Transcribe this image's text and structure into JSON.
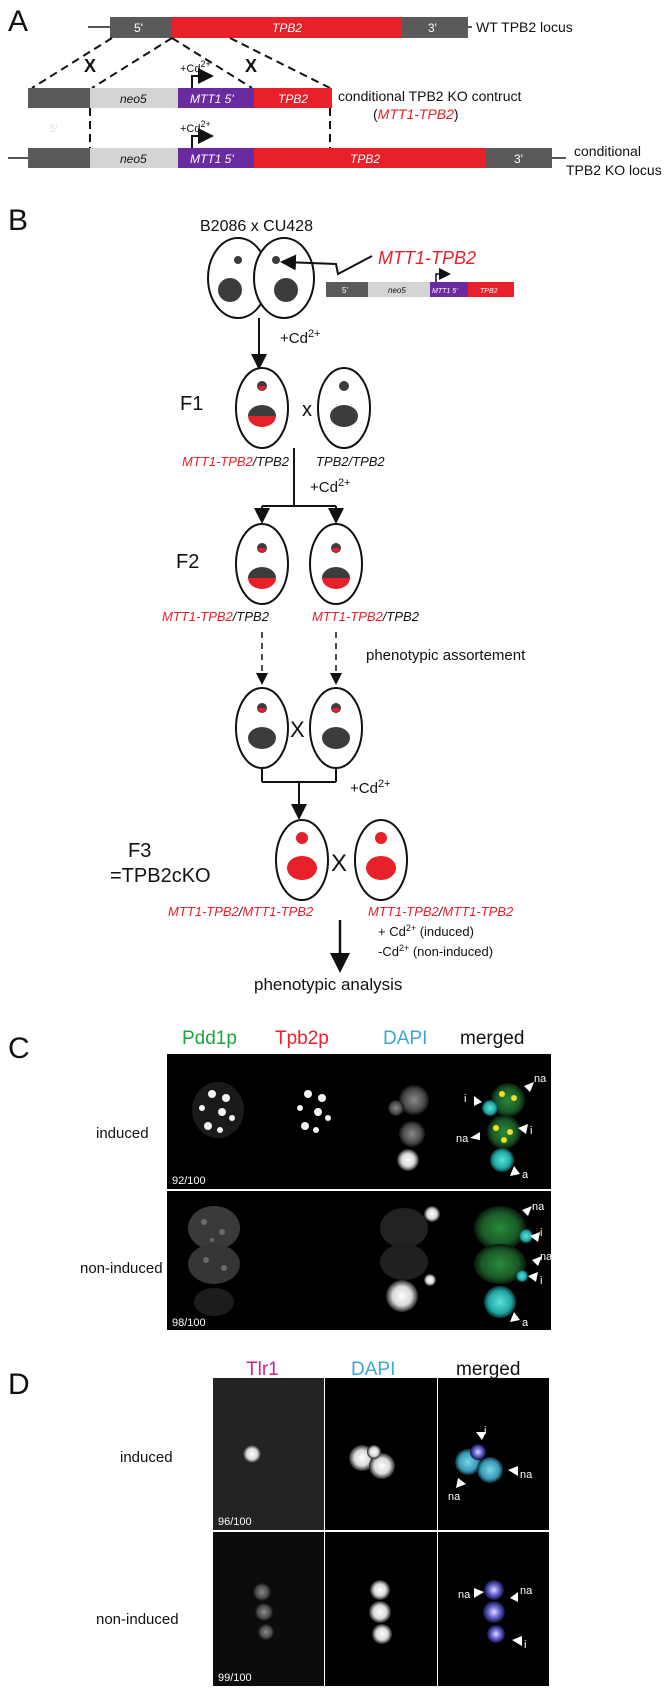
{
  "panels": {
    "A": "A",
    "B": "B",
    "C": "C",
    "D": "D"
  },
  "panelA": {
    "wt_five": "5'",
    "wt_gene": "TPB2",
    "wt_three": "3'",
    "wt_label": "WT TPB2 locus",
    "cross_mark": "X",
    "cd_plus": "+Cd",
    "cd_sup": "2+",
    "neo5": "neo5",
    "mtt1_5": "MTT1 5'",
    "tpb2": "TPB2",
    "construct_label": "conditional TPB2 KO contruct",
    "construct_name": "MTT1-TPB2",
    "open_paren": "(",
    "close_paren": ")",
    "ko_five": "5'",
    "ko_three": "3'",
    "ko_label_1": "conditional",
    "ko_label_2": "TPB2 KO locus"
  },
  "panelB": {
    "cross": "B2086 x CU428",
    "construct": "MTT1-TPB2",
    "mini_five": "5'",
    "mini_neo": "neo5",
    "mini_mtt": "MTT1 5'",
    "mini_tpb2": "TPB2",
    "cd": "+Cd",
    "cd_sup": "2+",
    "f1": "F1",
    "f2": "F2",
    "f3_line1": "F3",
    "f3_line2": "=TPB2cKO",
    "x_small": "x",
    "x_big": "X",
    "mtt1_tpb2": "MTT1-TPB2",
    "slash_tpb2": "/TPB2",
    "tpb2_tpb2": "TPB2/TPB2",
    "slash": "/",
    "phenotypic_assort": "phenotypic assortement",
    "induced_line": "+ Cd",
    "induced_text": " (induced)",
    "noninduced_line": "-Cd",
    "noninduced_text": " (non-induced)",
    "analysis": "phenotypic analysis"
  },
  "panelC": {
    "headers": [
      "Pdd1p",
      "Tpb2p",
      "DAPI",
      "merged"
    ],
    "header_colors": [
      "#1aa63a",
      "#e8202a",
      "#3aa7d6",
      "#111111"
    ],
    "rows": [
      "induced",
      "non-induced"
    ],
    "counts": [
      "92/100",
      "98/100"
    ],
    "arrows_induced": [
      "na",
      "i",
      "na",
      "i",
      "a"
    ],
    "arrows_noninduced": [
      "na",
      "i",
      "na",
      "i",
      "a"
    ]
  },
  "panelD": {
    "headers": [
      "Tlr1",
      "DAPI",
      "merged"
    ],
    "header_colors": [
      "#d81b8c",
      "#3aa7d6",
      "#111111"
    ],
    "rows": [
      "induced",
      "non-induced"
    ],
    "counts": [
      "96/100",
      "99/100"
    ],
    "arrows_induced": [
      "i",
      "na",
      "na"
    ],
    "arrows_noninduced": [
      "na",
      "na",
      "i"
    ]
  },
  "colors": {
    "red": "#e8202a",
    "purple": "#6a2aa0",
    "dark_grey": "#5a5a5a",
    "light_grey": "#d4d4d4",
    "nucleus": "#3c3c3c"
  }
}
